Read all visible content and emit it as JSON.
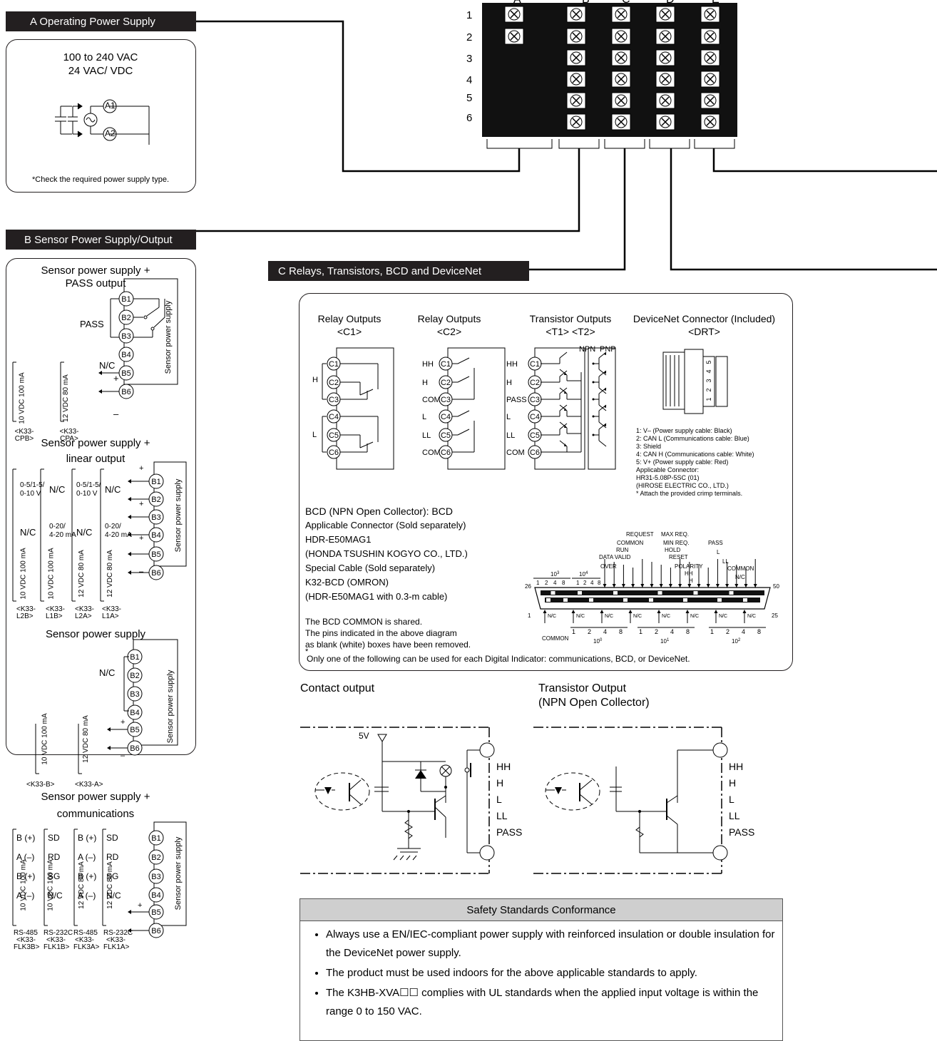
{
  "terminal": {
    "columns": [
      "A",
      "B",
      "C",
      "D",
      "E"
    ],
    "rows": [
      "1",
      "2",
      "3",
      "4",
      "5",
      "6"
    ]
  },
  "section_a": {
    "header": "A Operating Power Supply",
    "voltage_1": "100 to 240 VAC",
    "voltage_2": "24 VAC/ VDC",
    "pin_1": "A1",
    "pin_2": "A2",
    "note": "*Check the required power supply type."
  },
  "section_b": {
    "header": "B Sensor Power Supply/Output",
    "pins": [
      "B1",
      "B2",
      "B3",
      "B4",
      "B5",
      "B6"
    ],
    "sensor_power_supply": "Sensor power supply",
    "pass_out": {
      "title_1": "Sensor power supply +",
      "title_2": "PASS output",
      "pass": "PASS",
      "nc": "N/C",
      "plus": "+",
      "minus": "–",
      "v1": "10 VDC  100 mA",
      "v2": "12 VDC  80 mA",
      "m1a": "<K33-",
      "m1b": "CPB>",
      "m2a": "<K33-",
      "m2b": "CPA>"
    },
    "linear": {
      "title_1": "Sensor power supply +",
      "title_2": "linear output",
      "c1a": "0-5/1-5/",
      "c1b": "0-10 V",
      "nc": "N/C",
      "c2a": "0-20/",
      "c2b": "4-20 mA",
      "c4a": "0-20/",
      "c4b": "4-20 mA",
      "v1": "10 VDC  100 mA",
      "v2": "10 VDC  100 mA",
      "v3": "12 VDC  80 mA",
      "v4": "12 VDC  80 mA",
      "m1a": "<K33-",
      "m1b": "L2B>",
      "m2a": "<K33-",
      "m2b": "L1B>",
      "m3a": "<K33-",
      "m3b": "L2A>",
      "m4a": "<K33-",
      "m4b": "L1A>"
    },
    "sps": {
      "title": "Sensor power supply",
      "nc": "N/C",
      "v1": "10 VDC  100 mA",
      "v2": "12 VDC  80 mA",
      "m1": "<K33-B>",
      "m2": "<K33-A>"
    },
    "comm": {
      "title_1": "Sensor power supply +",
      "title_2": "communications",
      "col1": [
        "B (+)",
        "A (–)",
        "B (+)",
        "A (–)"
      ],
      "col2": [
        "SD",
        "RD",
        "SG",
        "N/C"
      ],
      "col3": [
        "B (+)",
        "A (–)",
        "B (+)",
        "A (–)"
      ],
      "col4": [
        "SD",
        "RD",
        "SG",
        "N/C"
      ],
      "v1": "10 VDC  100 mA",
      "v2": "10 VDC  100 mA",
      "v3": "12 VDC  80 mA",
      "v4": "12 VDC  80 mA",
      "m1a": "RS-485",
      "m1b": "<K33-",
      "m1c": "FLK3B>",
      "m2a": "RS-232C",
      "m2b": "<K33-",
      "m2c": "FLK1B>",
      "m3a": "RS-485",
      "m3b": "<K33-",
      "m3c": "FLK3A>",
      "m4a": "RS-232C",
      "m4b": "<K33-",
      "m4c": "FLK1A>"
    }
  },
  "section_c": {
    "header": "C Relays, Transistors, BCD and DeviceNet",
    "c1_title_1": "Relay Outputs",
    "c1_title_2": "<C1>",
    "c2_title_1": "Relay Outputs",
    "c2_title_2": "<C2>",
    "t_title_1": "Transistor Outputs",
    "t_title_2": "<T1> <T2>",
    "d_title_1": "DeviceNet Connector (Included)",
    "d_title_2": "<DRT>",
    "c_pins": [
      "C1",
      "C2",
      "C3",
      "C4",
      "C5",
      "C6"
    ],
    "c1_labels": [
      "H",
      "L"
    ],
    "c2_labels": [
      "HH",
      "H",
      "COM",
      "L",
      "LL",
      "COM"
    ],
    "t_labels": [
      "HH",
      "H",
      "PASS",
      "L",
      "LL",
      "COM"
    ],
    "npn": "NPN",
    "pnp": "PNP",
    "dn_pins": [
      "5",
      "4",
      "3",
      "2",
      "1"
    ],
    "dn_notes": [
      "1: V– (Power supply cable: Black)",
      "2: CAN L (Communications cable: Blue)",
      "3: Shield",
      "4: CAN H  (Communications cable: White)",
      "5: V+ (Power supply cable: Red)",
      "Applicable Connector:",
      "HR31-5.08P-5SC (01)",
      "(HIROSE ELECTRIC CO., LTD.)",
      "* Attach the provided crimp terminals."
    ],
    "bcd_lines": [
      "BCD (NPN Open Collector): BCD",
      "Applicable Connector (Sold separately)",
      "HDR-E50MAG1",
      "(HONDA TSUSHIN KOGYO CO., LTD.)",
      "Special Cable (Sold separately)",
      "K32-BCD (OMRON)",
      "(HDR-E50MAG1 with 0.3-m cable)"
    ],
    "bcd_notes": [
      "The BCD COMMON is shared.",
      "The pins indicated in the above diagram",
      "as blank (white) boxes have been removed."
    ],
    "footnote_star": "*",
    "footnote": "Only one of the following can be used for each Digital Indicator: communications, BCD, or DeviceNet.",
    "conn": {
      "top_labels": [
        "REQUEST",
        "MAX REQ.",
        "COMMON",
        "MIN REQ.",
        "RUN",
        "HOLD",
        "DATA VALID",
        "RESET",
        "OVER",
        "POLARITY",
        "HH",
        "H",
        "PASS",
        "L",
        "LL",
        "COMMON",
        "N/C"
      ],
      "pin26": "26",
      "pin50": "50",
      "pin1": "1",
      "pin25": "25",
      "top_group_a": "10",
      "top_group_a_exp": "3",
      "top_group_b": "10",
      "top_group_b_exp": "4",
      "top_digits": [
        "1",
        "2",
        "4",
        "8"
      ],
      "bottom_nc": "N/C",
      "bottom_common": "COMMON",
      "bottom_digits": [
        "1",
        "2",
        "4",
        "8"
      ],
      "bottom_groups": [
        "10",
        "10",
        "10"
      ],
      "bottom_group_exps": [
        "0",
        "1",
        "2"
      ]
    }
  },
  "contact_output": {
    "title": "Contact output",
    "v5": "5V",
    "labels": [
      "HH",
      "H",
      "L",
      "LL",
      "PASS"
    ]
  },
  "transistor_output": {
    "title_1": "Transistor Output",
    "title_2": "(NPN Open Collector)",
    "labels": [
      "HH",
      "H",
      "L",
      "LL",
      "PASS"
    ]
  },
  "safety": {
    "title": "Safety Standards Conformance",
    "items": [
      "Always use a EN/IEC-compliant power supply with reinforced insulation or double insulation for the DeviceNet power supply.",
      "The product must be used indoors for the above applicable standards to apply.",
      "The K3HB-XVA☐☐ complies with UL standards when the applied input voltage is within the range 0 to 150 VAC."
    ]
  }
}
